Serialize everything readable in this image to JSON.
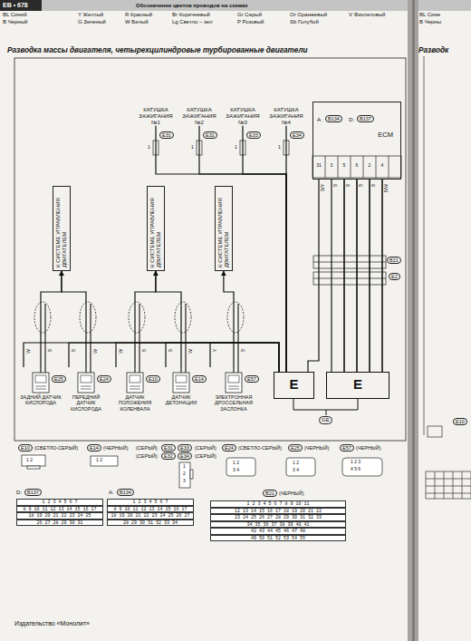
{
  "diagram": {
    "title": "Разводка массы двигателя, четырехцилиндровые турбированные двигатели",
    "nodes": [
      {
        "text": [
          "КАТУШКА ЗАЖИГАНИЯ №1"
        ]
      },
      {
        "text": [
          "КАТУШКА ЗАЖИГАНИЯ №2"
        ]
      },
      {
        "text": [
          "КАТУШКА ЗАЖИГАНИЯ №3"
        ]
      },
      {
        "text": [
          "КАТУШКА ЗАЖИГАНИЯ №4"
        ]
      },
      {
        "text": [
          "ECM"
        ]
      },
      {
        "text": [
          "К СИСТЕМЕ УПРАВЛЕНИЯ ДВИГАТЕЛЕМ"
        ]
      },
      {
        "text": [
          "К СИСТЕМЕ УПРАВЛЕНИЯ ДВИГАТЕЛЕМ"
        ]
      },
      {
        "text": [
          "К СИСТЕМЕ УПРАВЛЕНИЯ ДВИГАТЕЛЕМ"
        ]
      },
      {
        "text": [
          "ЗАДНИЙ ДАТЧИК КИСЛОРОДА"
        ]
      },
      {
        "text": [
          "ПЕРЕДНИЙ ДАТЧИК КИСЛОРОДА"
        ]
      },
      {
        "text": [
          "ДАТЧИК ПОЛОЖЕНИЯ КОЛЕНВАЛА"
        ]
      },
      {
        "text": [
          "ДАТЧИК ДЕТОНАЦИИ"
        ]
      },
      {
        "text": [
          "ЭЛЕКТРОННАЯ ДРОССЕЛЬНАЯ ЗАСЛОНКА"
        ]
      },
      {
        "text": [
          "E"
        ]
      },
      {
        "text": [
          "E"
        ]
      }
    ],
    "edges": [
      {
        "from": 0,
        "to": 13,
        "arrow": "none"
      },
      {
        "from": 1,
        "to": 13,
        "arrow": "none"
      },
      {
        "from": 2,
        "to": 13,
        "arrow": "none"
      },
      {
        "from": 3,
        "to": 13,
        "arrow": "none"
      },
      {
        "from": 4,
        "to": 13,
        "arrow": "none"
      },
      {
        "from": 4,
        "to": 14,
        "arrow": "none"
      },
      {
        "from": 8,
        "to": 5,
        "arrow": "to"
      },
      {
        "from": 9,
        "to": 5,
        "arrow": "to"
      },
      {
        "from": 10,
        "to": 6,
        "arrow": "to"
      },
      {
        "from": 11,
        "to": 6,
        "arrow": "to"
      },
      {
        "from": 12,
        "to": 7,
        "arrow": "to"
      },
      {
        "from": 8,
        "to": 13,
        "arrow": "none"
      },
      {
        "from": 9,
        "to": 13,
        "arrow": "none"
      },
      {
        "from": 10,
        "to": 13,
        "arrow": "none"
      },
      {
        "from": 11,
        "to": 13,
        "arrow": "none"
      },
      {
        "from": 12,
        "to": 13,
        "arrow": "none"
      }
    ],
    "labels": [
      "EB • 678",
      "Обозначение цветов проводов на схемах",
      "A:",
      "B134",
      "D:",
      "B137",
      "E31",
      "E32",
      "E33",
      "E34",
      "1",
      "1",
      "1",
      "1",
      "31",
      "3",
      "5",
      "6",
      "2",
      "4",
      "B/Y",
      "B",
      "B",
      "B",
      "B",
      "B/W",
      "B21",
      "E2",
      "GE",
      "E25",
      "E24",
      "E10",
      "E14",
      "E57",
      "W",
      "B",
      "B",
      "W",
      "W",
      "B",
      "B",
      "W",
      "Y",
      "B",
      "E10",
      "(СВЕТЛО-СЕРЫЙ)",
      "E14",
      "(ЧЕРНЫЙ)",
      "(СЕРЫЙ)",
      "E31",
      "E33",
      "(СЕРЫЙ)",
      "(СЕРЫЙ)",
      "E32",
      "E34",
      "(СЕРЫЙ)",
      "E24",
      "(СВЕТЛО-СЕРЫЙ)",
      "E25",
      "(ЧЕРНЫЙ)",
      "E57",
      "(ЧЕРНЫЙ)",
      "1 2",
      "1 2",
      "1",
      "2",
      "3",
      "1 2",
      "3 4",
      "1 2",
      "3 4",
      "1 2 3",
      "4 5 6",
      "D:",
      "B137",
      "A:",
      "B134",
      "B21",
      "(ЧЕРНЫЙ)",
      "1 2 3 4 5 6 7",
      "8 9 10 11 12 13 14 15 16 17",
      "18 19 20 21 22 23 24 25",
      "26 27 28 29 30 31",
      "1 2 3 4 5 6 7",
      "8 9 10 11 12 13 14 15 16 17",
      "18 19 20 21 22 23 24 25 26 27",
      "28 29 30 31 32 33 34",
      "1 2 3 4 5 6 7 8 9 10 11",
      "12 13 14 15 16 17 18 19 20 21 22",
      "23 24 25 26 27 28 29 30 31 32 33",
      "34 35 36 37 38 39 40 41",
      "42 43 44 45 46 47 48",
      "49 50 51 52 53 54 55",
      "Издательство «Монолит»",
      "BL Сине",
      "B Черны",
      "Разводк",
      "E10"
    ],
    "legend": [
      {
        "text": "BL Синий"
      },
      {
        "text": "B Черный"
      },
      {
        "text": "Y Желтый"
      },
      {
        "text": "G Зеленый"
      },
      {
        "text": "R Красный"
      },
      {
        "text": "W Белый"
      },
      {
        "text": "Br Коричневый"
      },
      {
        "text": "Lg Светло – зел"
      },
      {
        "text": "Gr Серый"
      },
      {
        "text": "P Розовый"
      },
      {
        "text": "Or Оранжевый"
      },
      {
        "text": "Sb Голубой"
      },
      {
        "text": "V Фиолетовый"
      }
    ]
  }
}
